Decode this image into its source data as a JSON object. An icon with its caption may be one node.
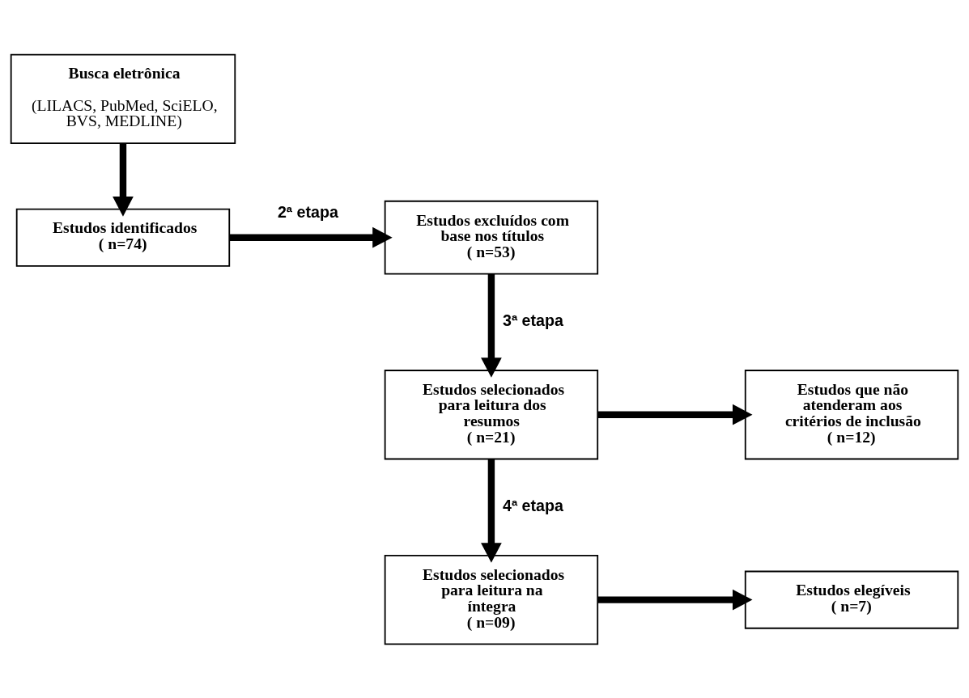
{
  "diagram": {
    "nodes": [
      {
        "text": [
          "Busca eletrônica",
          "(LILACS, PubMed, SciELO, BVS, MEDLINE)"
        ]
      },
      {
        "text": [
          "Estudos identificados",
          "( n=74)"
        ]
      },
      {
        "text": [
          "Estudos excluídos com base nos títulos",
          "( n=53)"
        ]
      },
      {
        "text": [
          "Estudos selecionados para leitura dos resumos",
          "( n=21)"
        ]
      },
      {
        "text": [
          "Estudos que não atenderam aos critérios de inclusão",
          "( n=12)"
        ]
      },
      {
        "text": [
          "Estudos selecionados para leitura na íntegra",
          "( n=09)"
        ]
      },
      {
        "text": [
          "Estudos elegíveis",
          "( n=7)"
        ]
      }
    ],
    "edges": [
      {
        "from": 0,
        "to": 1,
        "arrow": "to"
      },
      {
        "from": 1,
        "to": 2,
        "arrow": "to",
        "label": "2ª etapa"
      },
      {
        "from": 2,
        "to": 3,
        "arrow": "to",
        "label": "3ª etapa"
      },
      {
        "from": 3,
        "to": 4,
        "arrow": "to"
      },
      {
        "from": 3,
        "to": 5,
        "arrow": "to",
        "label": "4ª etapa"
      },
      {
        "from": 5,
        "to": 6,
        "arrow": "to"
      }
    ]
  }
}
